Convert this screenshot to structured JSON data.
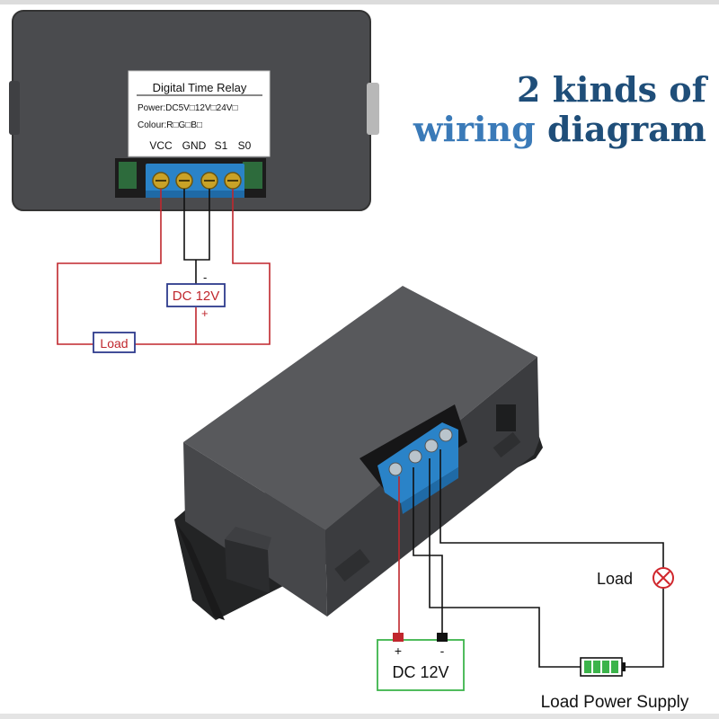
{
  "headline": {
    "line1": "2 kinds of",
    "line2_a": "wiring",
    "line2_b": "diagram"
  },
  "label_card": {
    "title": "Digital Time Relay",
    "power": "Power:DC5V□12V□24V□",
    "colour": "Colour:R□G□B□",
    "terminals": [
      "VCC",
      "GND",
      "S1",
      "S0"
    ]
  },
  "wiring1": {
    "source_label": "DC 12V",
    "minus": "-",
    "plus": "+",
    "load_label": "Load"
  },
  "wiring2": {
    "source_label": "DC 12V",
    "plus": "+",
    "minus": "-",
    "load_label": "Load",
    "supply_label": "Load Power Supply"
  },
  "colors": {
    "case": "#4a4b4e",
    "case_dark": "#2e2f31",
    "terminal_blue": "#2a83c8",
    "wire_red": "#c0272d",
    "wire_black": "#111111",
    "box_blue": "#2e3b8c",
    "battery_green": "#3cb44b",
    "lamp_red": "#d0272d"
  }
}
